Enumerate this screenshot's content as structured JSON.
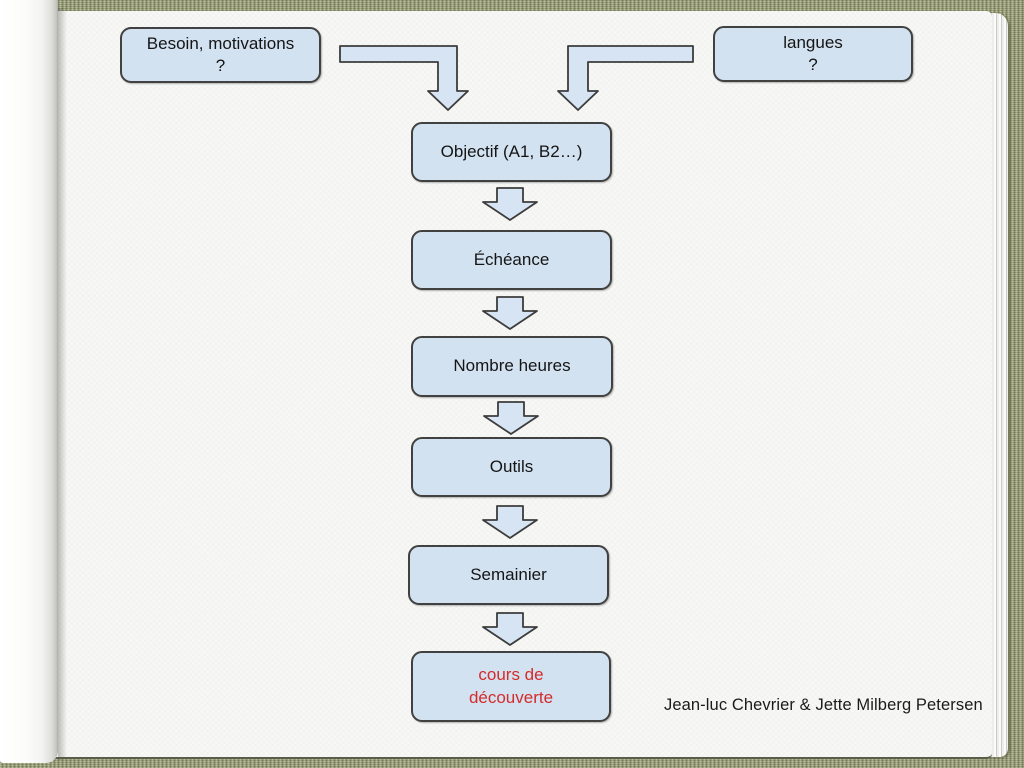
{
  "slide": {
    "flowchart": {
      "nodes": {
        "besoin": {
          "label": "Besoin, motivations\n?"
        },
        "langues": {
          "label": "langues\n?"
        },
        "objectif": {
          "label": "Objectif (A1, B2…)"
        },
        "echeance": {
          "label": "Échéance"
        },
        "nombre_heures": {
          "label": "Nombre heures"
        },
        "outils": {
          "label": "Outils"
        },
        "semainier": {
          "label": "Semainier"
        },
        "cours_decouverte": {
          "label": "cours de\ndécouverte",
          "text_color": "#d42b2b"
        }
      },
      "order": [
        "besoin + langues",
        "objectif",
        "echeance",
        "nombre_heures",
        "outils",
        "semainier",
        "cours_decouverte"
      ]
    },
    "credit": "Jean-luc Chevrier & Jette Milberg Petersen"
  },
  "colors": {
    "box_fill": "#d3e2f1",
    "box_border": "#414141",
    "arrow_fill": "#d7e4f3",
    "page": "#f8f8f6",
    "fabric_cover": "#9ba077",
    "red_text": "#d42b2b"
  }
}
